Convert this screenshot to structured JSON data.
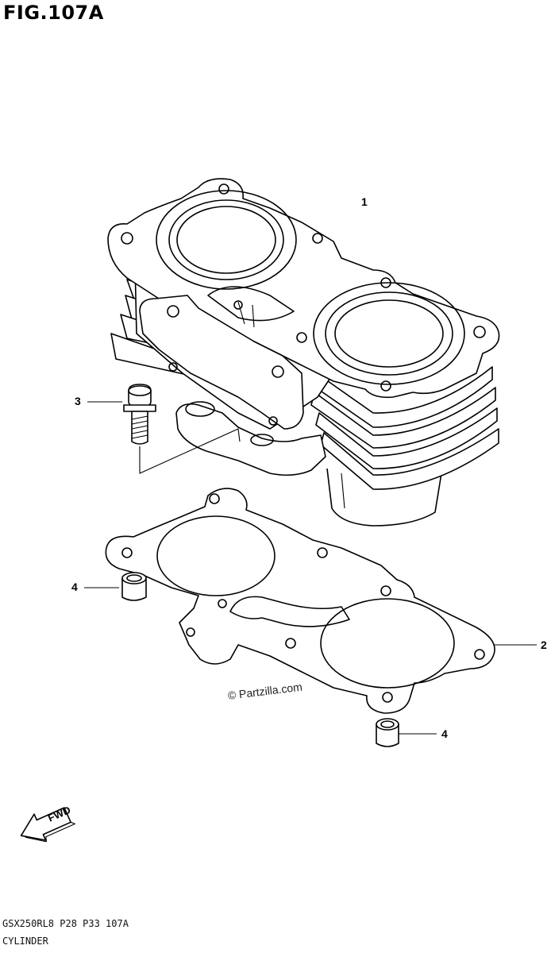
{
  "figure": {
    "title": "FIG.107A"
  },
  "callouts": [
    {
      "id": "1",
      "label": "1"
    },
    {
      "id": "2",
      "label": "2"
    },
    {
      "id": "3",
      "label": "3"
    },
    {
      "id": "4a",
      "label": "4"
    },
    {
      "id": "4b",
      "label": "4"
    }
  ],
  "watermark": {
    "text": "© Partzilla.com"
  },
  "fwd_arrow": {
    "label": "FWD"
  },
  "footer": {
    "model_code": "GSX250RL8  P28  P33  107A",
    "section": "CYLINDER"
  }
}
